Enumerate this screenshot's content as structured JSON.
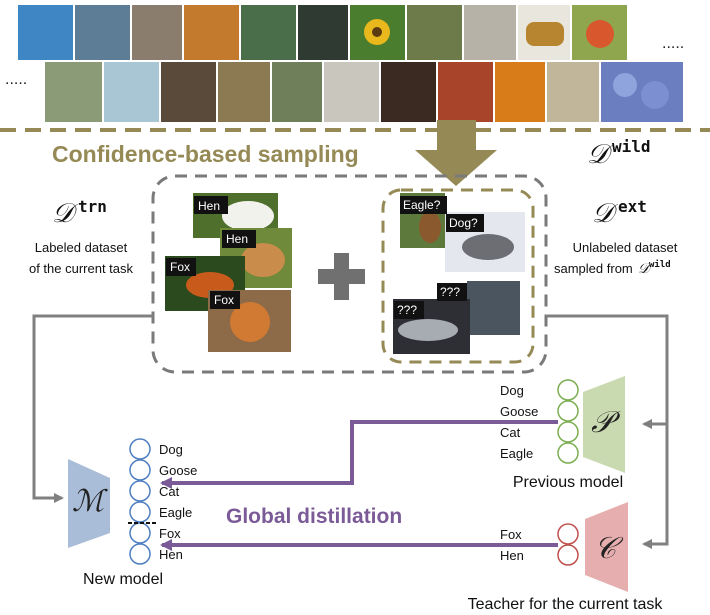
{
  "header": {
    "sampling_label": "Confidence-based sampling",
    "ellipsis_right": ".....",
    "ellipsis_left": "....."
  },
  "wild_dataset": {
    "symbol": "𝒟",
    "superscript": "wild"
  },
  "train_dataset": {
    "symbol": "𝒟",
    "superscript": "trn",
    "caption_line1": "Labeled dataset",
    "caption_line2": "of the current task",
    "images": [
      "Hen",
      "Hen",
      "Fox",
      "Fox"
    ]
  },
  "ext_dataset": {
    "symbol": "𝒟",
    "superscript": "ext",
    "caption_line1": "Unlabeled dataset",
    "caption_line2": "sampled from",
    "caption_symbol": "𝒟",
    "caption_superscript": "wild",
    "images": [
      "Eagle?",
      "Dog?",
      "???",
      "???"
    ]
  },
  "previous_model": {
    "symbol": "𝒫",
    "label": "Previous model",
    "classes": [
      "Dog",
      "Goose",
      "Cat",
      "Eagle"
    ]
  },
  "teacher_model": {
    "symbol": "𝒞",
    "label": "Teacher for the current task",
    "classes": [
      "Fox",
      "Hen"
    ]
  },
  "new_model": {
    "symbol": "ℳ",
    "label": "New model",
    "classes": [
      "Dog",
      "Goose",
      "Cat",
      "Eagle",
      "Fox",
      "Hen"
    ]
  },
  "distillation_label": "Global distillation",
  "colors": {
    "olive": "#958a55",
    "gray": "#808080",
    "purple": "#7b5a98",
    "new_model_blue": "#a9bdd8",
    "prev_model_green": "#c9d9b0",
    "teacher_pink": "#e6aeae",
    "node_blue": "#4f7fc0",
    "node_green": "#7dae52",
    "node_red": "#c0504d"
  }
}
